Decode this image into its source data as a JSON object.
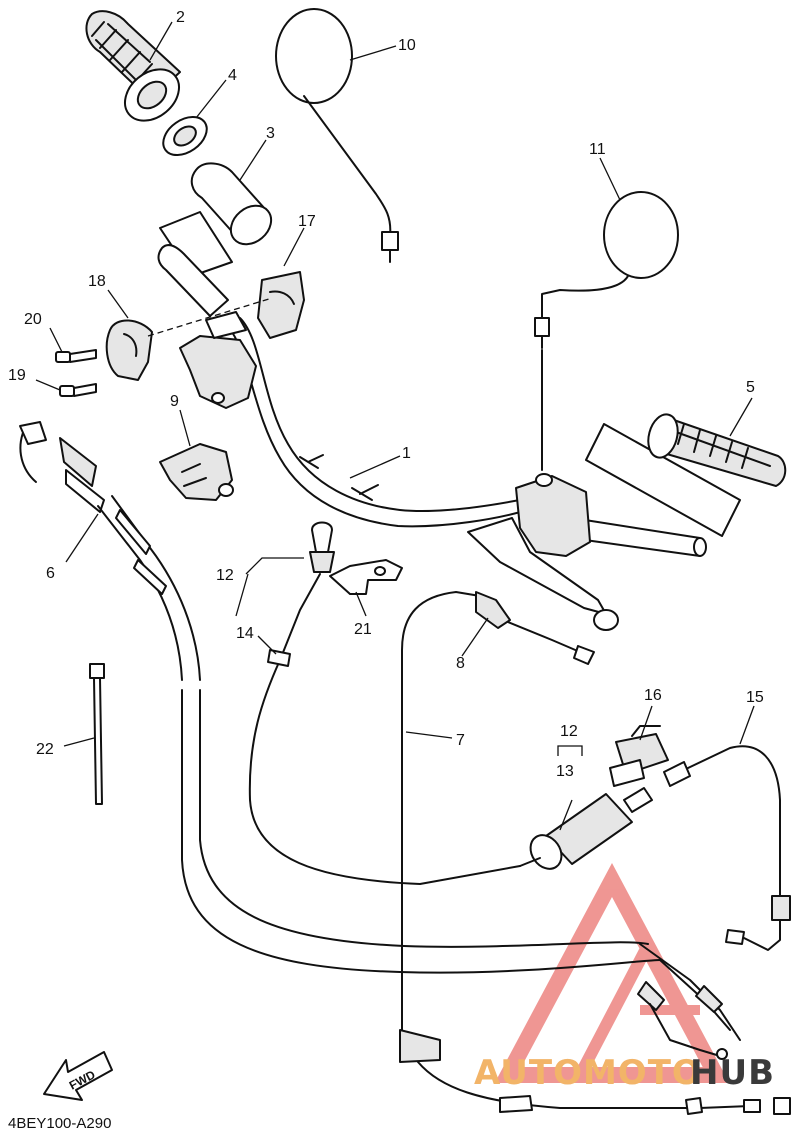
{
  "diagram_code": "4BEY100-A290",
  "fwd_label": "FWD",
  "watermark": {
    "part1": "AUTOMOTO",
    "part2": "HUB",
    "color1": "#f2b468",
    "color2": "#3a3a3a",
    "logo_color": "#e2413b"
  },
  "callouts": {
    "c1": "1",
    "c2": "2",
    "c3": "3",
    "c4": "4",
    "c5": "5",
    "c6": "6",
    "c7": "7",
    "c8": "8",
    "c9": "9",
    "c10": "10",
    "c11": "11",
    "c12a": "12",
    "c12b": "12",
    "c13": "13",
    "c14": "14",
    "c15": "15",
    "c16": "16",
    "c17": "17",
    "c18": "18",
    "c19": "19",
    "c20": "20",
    "c21": "21",
    "c22": "22"
  }
}
